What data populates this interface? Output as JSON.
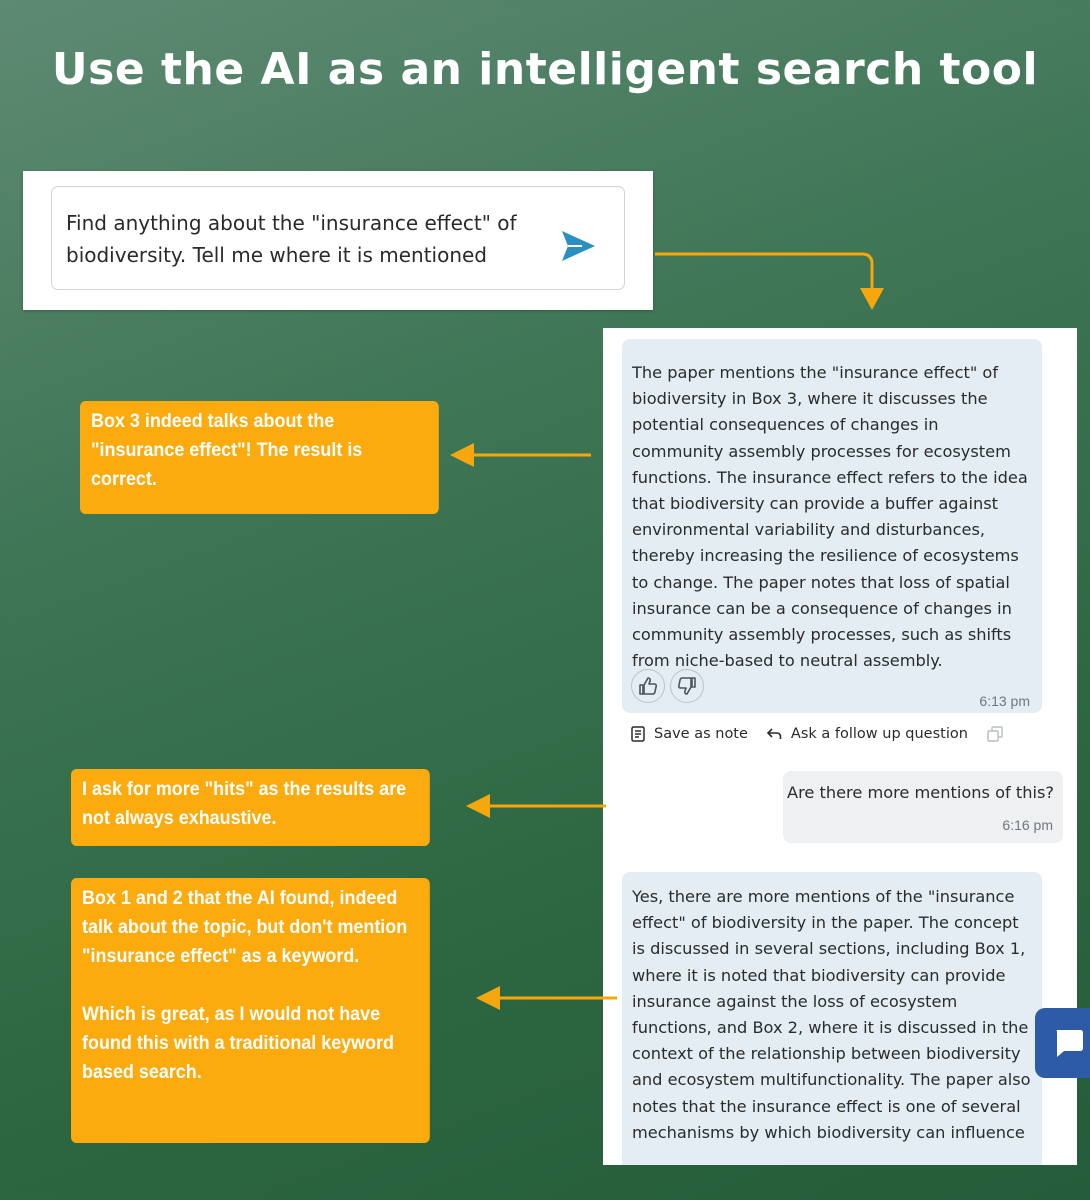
{
  "title": "Use the AI as an intelligent search tool",
  "prompt": {
    "text": "Find anything about the \"insurance effect\" of biodiversity. Tell me where it is mentioned",
    "send_icon": "paper-plane-send-icon"
  },
  "chat": {
    "message1": {
      "text": "The paper mentions the \"insurance effect\" of biodiversity in Box 3, where it discusses the potential consequences of changes in community assembly processes for ecosystem functions. The insurance effect refers to the idea that biodiversity can provide a buffer against environmental variability and disturbances, thereby increasing the resilience of ecosystems to change. The paper notes that loss of spatial insurance can be a consequence of changes in community assembly processes, such as shifts from niche-based to neutral assembly.",
      "time": "6:13 pm"
    },
    "actions": {
      "save_note": "Save as note",
      "follow_up": "Ask a follow up question"
    },
    "message2": {
      "text": "Are there more mentions of this?",
      "time": "6:16 pm"
    },
    "message3": {
      "text": "Yes, there are more mentions of the \"insurance effect\" of biodiversity in the paper. The concept is discussed in several sections, including Box 1, where it is noted that biodiversity can provide insurance against the loss of ecosystem functions, and Box 2, where it is discussed in the context of the relationship between biodiversity and ecosystem multifunctionality. The paper also notes that the insurance effect is one of several mechanisms by which biodiversity can influence"
    }
  },
  "notes": {
    "note1": "Box 3 indeed talks about the \"insurance effect\"! The result is correct.",
    "note2": "I ask for more \"hits\" as the results are not always exhaustive.",
    "note3_p1": "Box 1 and 2 that the AI found, indeed talk about the topic, but don't mention \"insurance effect\" as a keyword.",
    "note3_p2": "Which is great, as I would not have found this with a traditional keyword based search."
  },
  "colors": {
    "accent_orange": "#fcab0f",
    "send_blue": "#2a8fc1",
    "chat_widget_blue": "#2e5ba8"
  }
}
